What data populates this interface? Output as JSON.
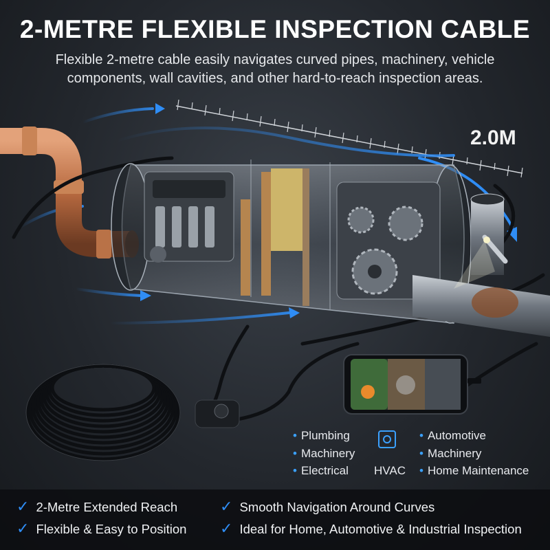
{
  "header": {
    "title": "2-METRE FLEXIBLE INSPECTION CABLE",
    "subtitle": "Flexible 2-metre cable easily navigates curved pipes, machinery, vehicle components, wall cavities, and other hard-to-reach inspection areas."
  },
  "scale": {
    "label": "2.0M"
  },
  "applications": [
    {
      "label": "Plumbing",
      "icon": "bullet-dot"
    },
    {
      "label": "Machinery",
      "icon": "bullet-dot"
    },
    {
      "label": "Electrical",
      "icon": "bullet-dot"
    },
    {
      "label": "HVAC",
      "icon": "hvac-icon"
    },
    {
      "label": "Automotive",
      "icon": "bullet-dot"
    },
    {
      "label": "Machinery",
      "icon": "bullet-dot"
    },
    {
      "label": "Home Maintenance",
      "icon": "bullet-dot"
    }
  ],
  "features": [
    {
      "label": "2-Metre Extended Reach",
      "icon": "check-icon"
    },
    {
      "label": "Smooth Navigation Around Curves",
      "icon": "check-icon"
    },
    {
      "label": "Flexible & Easy to Position",
      "icon": "check-icon"
    },
    {
      "label": "Ideal for Home, Automotive & Industrial Inspection",
      "icon": "check-icon"
    }
  ],
  "colors": {
    "accent_blue": "#2f8df5",
    "copper": "#c87a4f",
    "cable": "#111316",
    "background": "#23272d"
  }
}
